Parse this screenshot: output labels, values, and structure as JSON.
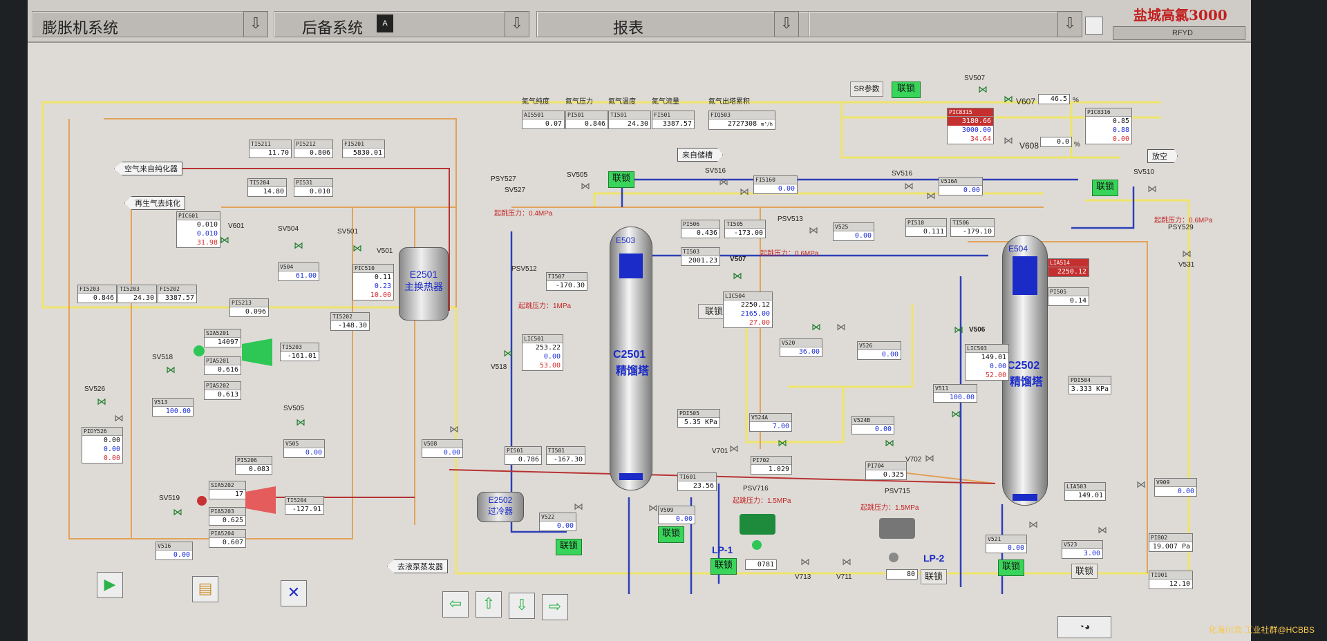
{
  "topbar": {
    "seg1": "膨胀机系统",
    "seg2": "后备系统",
    "seg2_indicator": "A",
    "seg3": "报表",
    "title": "盐城高氯3000",
    "code": "RFYD",
    "arrow": "⇩"
  },
  "tags": {
    "air_from_purifier": "空气来自纯化器",
    "regen_to_purifier": "再生气去纯化",
    "from_storage": "来自储槽",
    "vent": "放空",
    "to_evaporator": "去液泵蒸发器"
  },
  "header_labels": {
    "purity": "氮气纯度",
    "pressure": "氮气压力",
    "temp": "氮气温度",
    "flow": "氮气流量",
    "total": "氮气出塔累积",
    "sr": "SR参数"
  },
  "instruments": {
    "purity": {
      "tag": "AI5501",
      "value": "0.07"
    },
    "pressure": {
      "tag": "PI501",
      "value": "0.846"
    },
    "temp": {
      "tag": "TI501",
      "value": "24.30"
    },
    "flow": {
      "tag": "FI501",
      "value": "3387.57"
    },
    "total": {
      "tag": "FIQ503",
      "value": "2727308",
      "unit": "m³/h"
    },
    "ti5211": {
      "tag": "TI5211",
      "value": "11.70"
    },
    "pi5212": {
      "tag": "PI5212",
      "value": "0.806"
    },
    "fi5201": {
      "tag": "FI5201",
      "value": "5830.01"
    },
    "ti5204": {
      "tag": "TI5204",
      "value": "14.80"
    },
    "pi531": {
      "tag": "PI531",
      "value": "0.010"
    },
    "pic601": {
      "tag": "PIC601",
      "pv": "0.010",
      "sp": "0.010",
      "op": "31.98"
    },
    "pic510": {
      "tag": "PIC510",
      "pv": "0.11",
      "sp": "0.23",
      "op": "10.00"
    },
    "v504": {
      "tag": "V504",
      "value": "61.00"
    },
    "fi5203": {
      "tag": "FI5203",
      "value": "0.846"
    },
    "ti5203": {
      "tag": "TI5203",
      "value": "24.30"
    },
    "fi5202": {
      "tag": "FI5202",
      "value": "3387.57"
    },
    "pi5213": {
      "tag": "PI5213",
      "value": "0.096"
    },
    "ti5202": {
      "tag": "TI5202",
      "value": "-148.30"
    },
    "sia5201": {
      "tag": "SIA5201",
      "value": "14097"
    },
    "pia5201": {
      "tag": "PIA5201",
      "value": "0.616"
    },
    "pia5202": {
      "tag": "PIA5202",
      "value": "0.613"
    },
    "ti5203b": {
      "tag": "TI5203",
      "value": "-161.01"
    },
    "v513": {
      "tag": "V513",
      "value": "100.00"
    },
    "pidy526": {
      "tag": "PIDY526",
      "pv": "0.00",
      "sp": "0.00",
      "op": "0.00"
    },
    "pi5206": {
      "tag": "PI5206",
      "value": "0.083"
    },
    "v505": {
      "tag": "V505",
      "value": "0.00"
    },
    "sia5202": {
      "tag": "SIA5202",
      "value": "17"
    },
    "pia5203": {
      "tag": "PIA5203",
      "value": "0.625"
    },
    "pia5204": {
      "tag": "PIA5204",
      "value": "0.607"
    },
    "ti5204b": {
      "tag": "TI5204",
      "value": "-127.91"
    },
    "v516": {
      "tag": "V516",
      "value": "0.00"
    },
    "v508": {
      "tag": "V508",
      "value": "0.00"
    },
    "pi501": {
      "tag": "PI501",
      "value": "0.786"
    },
    "ti501": {
      "tag": "TI501",
      "value": "-167.30"
    },
    "ti507": {
      "tag": "TI507",
      "value": "-170.30"
    },
    "lic501": {
      "tag": "LIC501",
      "pv": "253.22",
      "sp": "0.00",
      "op": "53.00"
    },
    "v522": {
      "tag": "V522",
      "value": "0.00"
    },
    "v509": {
      "tag": "V509",
      "value": "0.00"
    },
    "pi506": {
      "tag": "PI506",
      "value": "0.436"
    },
    "ti505": {
      "tag": "TI505",
      "value": "-173.00"
    },
    "ti503": {
      "tag": "TI503",
      "value": "2001.23"
    },
    "fi5160": {
      "tag": "FI5160",
      "value": "0.00"
    },
    "v525": {
      "tag": "V525",
      "value": "0.00"
    },
    "lic504": {
      "tag": "LIC504",
      "pv": "2250.12",
      "sp": "2165.00",
      "op": "27.00"
    },
    "pdi505": {
      "tag": "PDI505",
      "value": "5.35",
      "unit": "KPa"
    },
    "ti601": {
      "tag": "TI601",
      "value": "23.56"
    },
    "v524a": {
      "tag": "V524A",
      "value": "7.00"
    },
    "v520": {
      "tag": "V520",
      "value": "36.00"
    },
    "v526": {
      "tag": "V526",
      "value": "0.00"
    },
    "v524b": {
      "tag": "V524B",
      "value": "0.00"
    },
    "pi702": {
      "tag": "PI702",
      "value": "1.029"
    },
    "pi704": {
      "tag": "PI704",
      "value": "0.325"
    },
    "lp1": {
      "value": "0781"
    },
    "lp2": {
      "value": "80"
    },
    "v516a": {
      "tag": "V516A",
      "value": "0.00"
    },
    "pi510": {
      "tag": "PI510",
      "value": "0.111"
    },
    "ti506": {
      "tag": "TI506",
      "value": "-179.10"
    },
    "pic8315": {
      "tag": "PIC8315",
      "pv": "3180.66",
      "sp": "3000.00",
      "op": "34.64"
    },
    "pic8316": {
      "tag": "PIC8316",
      "pv": "0.85",
      "sp": "0.88",
      "op": "0.00"
    },
    "v607": {
      "value": "46.5",
      "unit": "%"
    },
    "v608": {
      "value": "0.0",
      "unit": "%"
    },
    "lia514": {
      "tag": "LIA514",
      "value": "2250.12"
    },
    "pi505": {
      "tag": "PI505",
      "value": "0.14"
    },
    "lic503": {
      "tag": "LIC503",
      "pv": "149.01",
      "sp": "0.00",
      "op": "52.00"
    },
    "v511": {
      "tag": "V511",
      "value": "100.00"
    },
    "pdi504": {
      "tag": "PDI504",
      "value": "3.333",
      "unit": "KPa"
    },
    "lia503": {
      "tag": "LIA503",
      "value": "149.01"
    },
    "v521": {
      "tag": "V521",
      "value": "0.00"
    },
    "v523": {
      "tag": "V523",
      "value": "3.00"
    },
    "v909": {
      "tag": "V909",
      "value": "0.00"
    },
    "pi802": {
      "tag": "PI802",
      "value": "19.007",
      "unit": "Pa"
    },
    "ti901": {
      "tag": "TI901",
      "value": "12.10"
    }
  },
  "labels": {
    "psy527": "PSY527",
    "sv527": "SV527",
    "psy527_set": "起跳压力：0.4MPa",
    "psv512": "PSV512",
    "psv512_set": "起跳压力：1MPa",
    "psv513": "PSV513",
    "psv513_set": "起跳压力：0.6MPa",
    "psv716": "PSV716",
    "psv716_set": "起跳压力：1.5MPa",
    "psv715": "PSV715",
    "psv715_set": "起跳压力：1.5MPa",
    "psy529": "PSY529",
    "psy529_set": "起跳压力：0.6MPa",
    "v601": "V601",
    "v501": "V501",
    "v507": "V507",
    "v518": "V518",
    "v506": "V506",
    "v701": "V701",
    "v702": "V702",
    "v713": "V713",
    "v711": "V711",
    "v531": "V531",
    "v607": "V607",
    "v608": "V608",
    "sv504": "SV504",
    "sv501": "SV501",
    "sv518": "SV518",
    "sv526": "SV526",
    "sv505": "SV505",
    "sv519": "SV519",
    "sv505b": "SV505",
    "sv516": "SV516",
    "sv516b": "SV516",
    "sv507": "SV507",
    "sv510": "SV510",
    "lp1": "LP-1",
    "lp2": "LP-2"
  },
  "equipment": {
    "e2501": "E2501\n主换热器",
    "e2502": "E2502\n过冷器",
    "c2501_a": "C2501",
    "c2501_b": "精馏塔",
    "c2502_a": "C2502",
    "c2502_b": "精馏塔",
    "e503": "E503",
    "e504": "E504"
  },
  "interlock": "联锁",
  "footer": "化海川流·工业社群@HCBBS",
  "colors": {
    "yellow": "#efe46a",
    "orange": "#e2a25a",
    "blue": "#2d3fb8",
    "red": "#b73232",
    "green_btn": "#39d45a"
  }
}
